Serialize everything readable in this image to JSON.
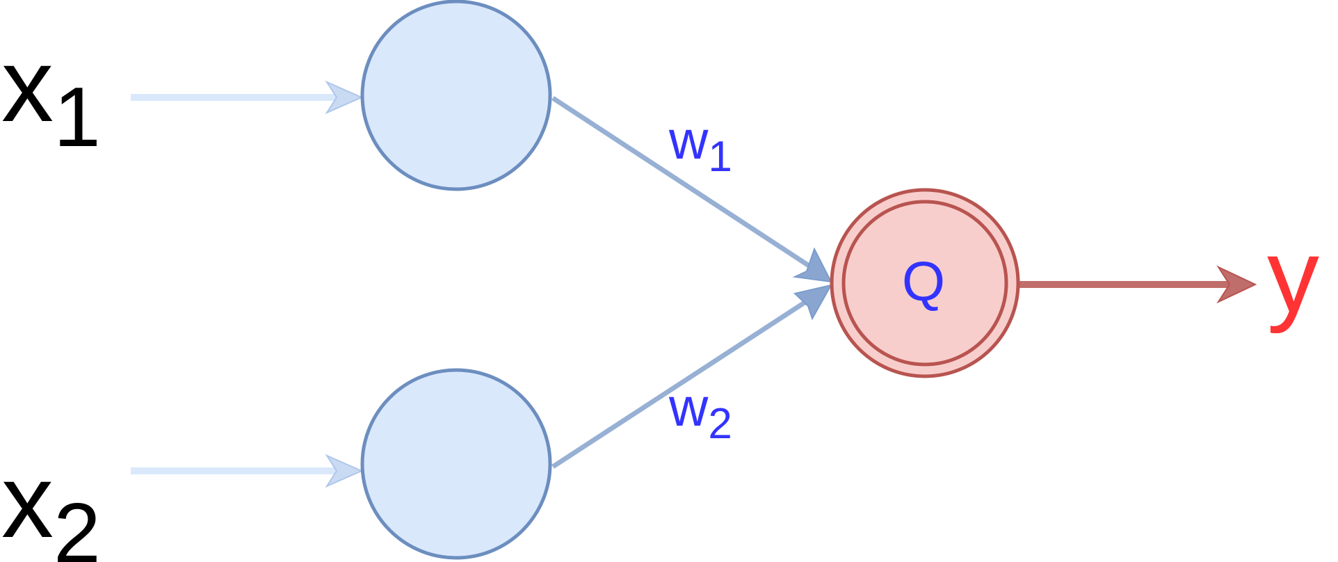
{
  "inputs": {
    "x1": {
      "var": "x",
      "sub": "1"
    },
    "x2": {
      "var": "x",
      "sub": "2"
    }
  },
  "weights": {
    "w1": {
      "var": "w",
      "sub": "1"
    },
    "w2": {
      "var": "w",
      "sub": "2"
    }
  },
  "output_node": {
    "label": "Q"
  },
  "output": {
    "label": "y"
  },
  "colors": {
    "input_node_fill": "#dae8fc",
    "input_node_stroke": "#6c8ebf",
    "input_arrow": "#dae8fc",
    "hidden_arrow": "#97b0d4",
    "output_node_fill": "#f8cecc",
    "output_node_stroke": "#b85450",
    "output_arrow": "#c06e6b",
    "weight_text": "#3333ff",
    "output_text": "#ff3333",
    "input_text": "#000000"
  }
}
